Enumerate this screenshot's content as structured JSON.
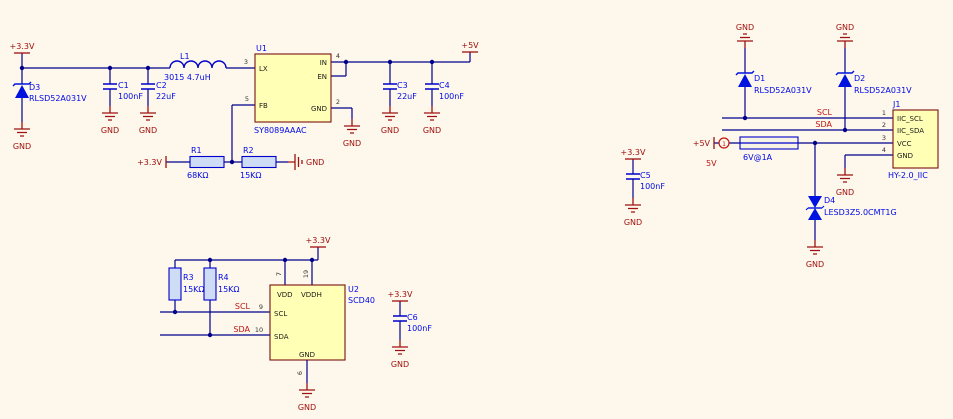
{
  "common": {
    "gnd": "GND",
    "p33": "+3.3V",
    "p5": "+5V"
  },
  "buck": {
    "d3": {
      "ref": "D3",
      "val": "RLSD52A031V"
    },
    "c1": {
      "ref": "C1",
      "val": "100nF"
    },
    "c2": {
      "ref": "C2",
      "val": "22uF"
    },
    "l1": {
      "ref": "L1",
      "val": "3015 4.7uH"
    },
    "u1": {
      "ref": "U1",
      "part": "SY8089AAAC",
      "pin_lx": "LX",
      "pin_in": "IN",
      "pin_en": "EN",
      "pin_fb": "FB",
      "pin_gnd": "GND",
      "num_lx": "3",
      "num_in": "4",
      "num_fb": "5",
      "num_gnd": "2"
    },
    "c3": {
      "ref": "C3",
      "val": "22uF"
    },
    "c4": {
      "ref": "C4",
      "val": "100nF"
    },
    "r1": {
      "ref": "R1",
      "val": "68KΩ"
    },
    "r2": {
      "ref": "R2",
      "val": "15KΩ"
    }
  },
  "sensor": {
    "r3": {
      "ref": "R3",
      "val": "15KΩ"
    },
    "r4": {
      "ref": "R4",
      "val": "15KΩ"
    },
    "net_scl": "SCL",
    "net_sda": "SDA",
    "u2": {
      "ref": "U2",
      "part": "SCD40",
      "pin_vdd": "VDD",
      "pin_vddh": "VDDH",
      "pin_scl": "SCL",
      "pin_sda": "SDA",
      "pin_gnd": "GND",
      "num_vdd": "7",
      "num_vddh": "19",
      "num_scl": "9",
      "num_sda": "10",
      "num_gnd": "6"
    },
    "c6": {
      "ref": "C6",
      "val": "100nF"
    }
  },
  "iic": {
    "d1": {
      "ref": "D1",
      "val": "RLSD52A031V"
    },
    "d2": {
      "ref": "D2",
      "val": "RLSD52A031V"
    },
    "net_scl": "SCL",
    "net_sda": "SDA",
    "net_5v": "5V",
    "fuse": {
      "val": "6V@1A",
      "marker": "1"
    },
    "j1": {
      "ref": "J1",
      "part": "HY-2.0_IIC",
      "pin1": "IIC_SCL",
      "pin2": "IIC_SDA",
      "pin3": "VCC",
      "pin4": "GND",
      "num1": "1",
      "num2": "2",
      "num3": "3",
      "num4": "4"
    },
    "d4": {
      "ref": "D4",
      "val": "LESD3Z5.0CMT1G"
    },
    "c5": {
      "ref": "C5",
      "val": "100nF"
    }
  }
}
